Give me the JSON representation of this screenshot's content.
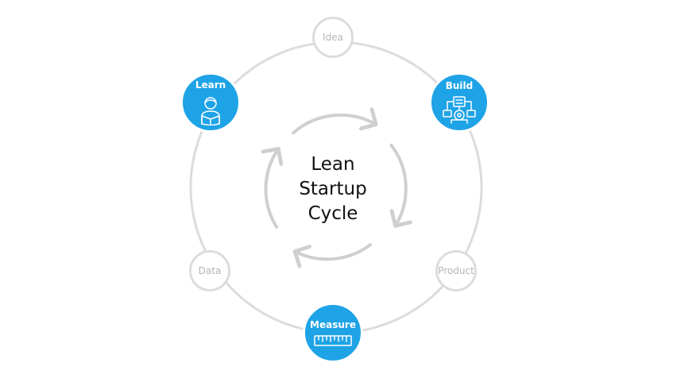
{
  "title_lines": [
    "Lean",
    "Startup",
    "Cycle"
  ],
  "nodes": {
    "idea": {
      "label": "Idea"
    },
    "build": {
      "label": "Build",
      "icon": "build-process-icon"
    },
    "product": {
      "label": "Product"
    },
    "measure": {
      "label": "Measure",
      "icon": "ruler-icon"
    },
    "data": {
      "label": "Data"
    },
    "learn": {
      "label": "Learn",
      "icon": "reader-book-icon"
    }
  },
  "colors": {
    "accent": "#1ea3e6",
    "ring": "#dcdcdc",
    "arrow": "#cfcfcf",
    "muted_text": "#b5b5b5",
    "title_text": "#111111"
  }
}
